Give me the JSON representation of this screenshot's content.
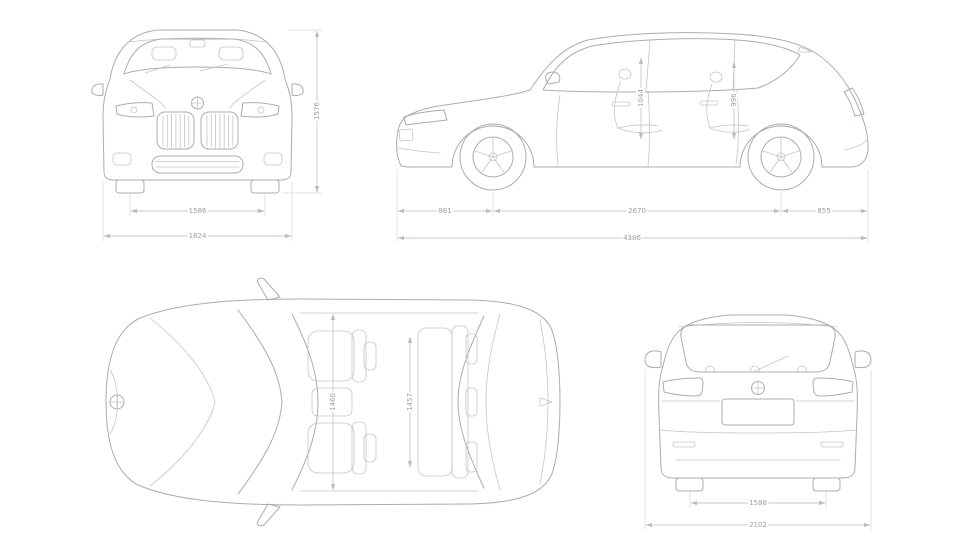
{
  "diagram": {
    "subject": "car-dimensions-blueprint",
    "background": "#ffffff"
  },
  "palette": {
    "body_line": "#a7adb6",
    "detail_line": "#c0c5cc",
    "dimension_line": "#c4c8cf",
    "dimension_text": "#9aa0a8"
  },
  "views": {
    "front": {
      "dims": {
        "height": "1576",
        "track_width": "1586",
        "overall_width": "1824"
      }
    },
    "side": {
      "dims": {
        "front_interior_height": "1044",
        "rear_interior_height": "996",
        "front_overhang": "861",
        "wheelbase": "2670",
        "rear_overhang": "855",
        "overall_length": "4386"
      }
    },
    "top": {
      "dims": {
        "front_interior_width": "1460",
        "rear_interior_width": "1457"
      }
    },
    "rear": {
      "dims": {
        "track_width": "1588",
        "overall_width_incl_mirrors": "2102"
      }
    }
  }
}
